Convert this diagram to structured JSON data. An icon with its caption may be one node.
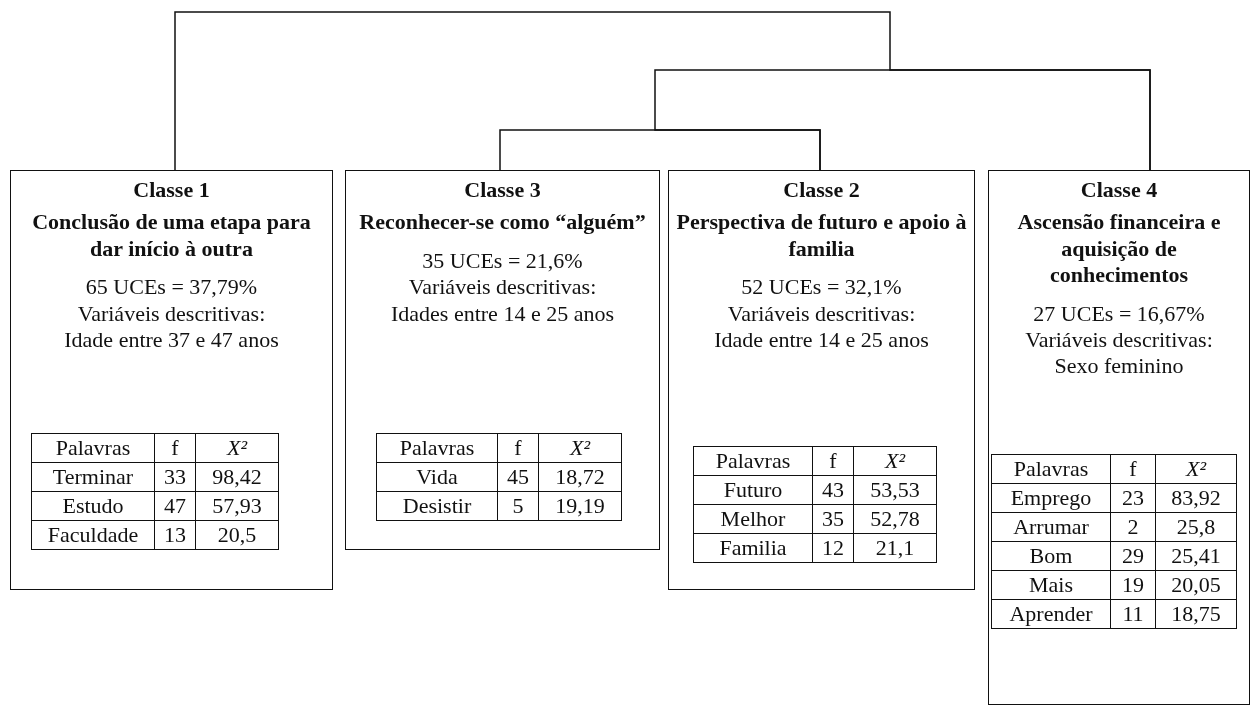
{
  "diagram": {
    "nodes": [
      {
        "text": [
          "Classe 1",
          "Conclusão de uma etapa para dar início à outra",
          "65 UCEs = 37,79%",
          "Variáveis descritivas:",
          "Idade entre 37 e 47 anos"
        ]
      },
      {
        "text": [
          "Palavras",
          "f",
          "X²",
          "Terminar",
          "33",
          "98,42",
          "Estudo",
          "47",
          "57,93",
          "Faculdade",
          "13",
          "20,5"
        ],
        "in": 0
      },
      {
        "text": [
          "Classe 3",
          "Reconhecer-se como “alguém”",
          "35 UCEs = 21,6%",
          "Variáveis descritivas:",
          "Idades entre 14 e 25 anos"
        ]
      },
      {
        "text": [
          "Palavras",
          "f",
          "X²",
          "Vida",
          "45",
          "18,72",
          "Desistir",
          "5",
          "19,19"
        ],
        "in": 2
      },
      {
        "text": [
          "Classe 2",
          "Perspectiva de futuro e apoio à familia",
          "52 UCEs = 32,1%",
          "Variáveis descritivas:",
          "Idade entre 14 e 25 anos"
        ]
      },
      {
        "text": [
          "Palavras",
          "f",
          "X²",
          "Futuro",
          "43",
          "53,53",
          "Melhor",
          "35",
          "52,78",
          "Familia",
          "12",
          "21,1"
        ],
        "in": 4
      },
      {
        "text": [
          "Classe 4",
          "Ascensão financeira e aquisição de conhecimentos",
          "27 UCEs = 16,67%",
          "Variáveis descritivas:",
          "Sexo feminino"
        ]
      },
      {
        "text": [
          "Palavras",
          "f",
          "X²",
          "Emprego",
          "23",
          "83,92",
          "Arrumar",
          "2",
          "25,8",
          "Bom",
          "29",
          "25,41",
          "Mais",
          "19",
          "20,05",
          "Aprender",
          "11",
          "18,75"
        ],
        "in": 6
      }
    ],
    "edges": [
      {
        "from": 2,
        "to": 4,
        "arrow": "none"
      },
      {
        "from": 4,
        "to": 6,
        "arrow": "none"
      },
      {
        "from": 6,
        "to": 0,
        "arrow": "none"
      }
    ]
  }
}
